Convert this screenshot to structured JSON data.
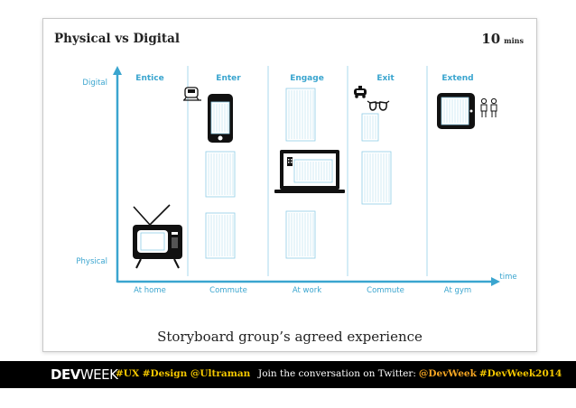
{
  "slide": {
    "title": "Physical vs Digital",
    "timer_value": "10",
    "timer_unit": "mins",
    "caption": "Storyboard group’s agreed experience"
  },
  "diagram": {
    "y_axis": {
      "top_label": "Digital",
      "bottom_label": "Physical"
    },
    "x_axis": {
      "label": "time"
    },
    "stages": [
      "Entice",
      "Enter",
      "Engage",
      "Exit",
      "Extend"
    ],
    "locations": [
      "At home",
      "Commute",
      "At work",
      "Commute",
      "At gym"
    ],
    "colors": {
      "accent": "#3aa5cf",
      "divider": "#a9d8ec",
      "ink": "#111111",
      "screen_line": "#8fcde6"
    }
  },
  "footer": {
    "brand_bold": "DEV",
    "brand_light": "WEEK",
    "tags": "#UX #Design @Ultraman",
    "cta": "Join the conversation on Twitter:",
    "handle": "@DevWeek",
    "hashtag": "#DevWeek2014"
  }
}
